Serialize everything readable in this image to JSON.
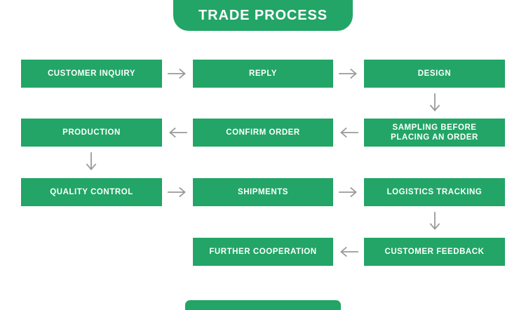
{
  "title": {
    "text": "TRADE PROCESS"
  },
  "colors": {
    "box_green": "#22A566",
    "arrow_gray": "#9A9A9A",
    "text_white": "#FFFFFF",
    "background": "#FFFFFF"
  },
  "nodes": [
    {
      "id": "customer-inquiry",
      "label": "CUSTOMER INQUIRY"
    },
    {
      "id": "reply",
      "label": "REPLY"
    },
    {
      "id": "design",
      "label": "DESIGN"
    },
    {
      "id": "production",
      "label": "PRODUCTION"
    },
    {
      "id": "confirm-order",
      "label": "CONFIRM ORDER"
    },
    {
      "id": "sampling-before-placing-an-order",
      "label": "SAMPLING BEFORE\nPLACING AN ORDER"
    },
    {
      "id": "quality-control",
      "label": "QUALITY CONTROL"
    },
    {
      "id": "shipments",
      "label": "SHIPMENTS"
    },
    {
      "id": "logistics-tracking",
      "label": "LOGISTICS TRACKING"
    },
    {
      "id": "further-cooperation",
      "label": "FURTHER COOPERATION"
    },
    {
      "id": "customer-feedback",
      "label": "CUSTOMER FEEDBACK"
    }
  ],
  "arrows": [
    {
      "id": "customer-inquiry-to-reply",
      "direction": "right"
    },
    {
      "id": "reply-to-design",
      "direction": "right"
    },
    {
      "id": "design-to-sampling",
      "direction": "down"
    },
    {
      "id": "sampling-to-confirm-order",
      "direction": "left"
    },
    {
      "id": "confirm-order-to-production",
      "direction": "left"
    },
    {
      "id": "production-to-quality-control",
      "direction": "down"
    },
    {
      "id": "quality-control-to-shipments",
      "direction": "right"
    },
    {
      "id": "shipments-to-logistics-tracking",
      "direction": "right"
    },
    {
      "id": "logistics-tracking-to-customer-feedback",
      "direction": "down"
    },
    {
      "id": "customer-feedback-to-further-cooperation",
      "direction": "left"
    }
  ]
}
